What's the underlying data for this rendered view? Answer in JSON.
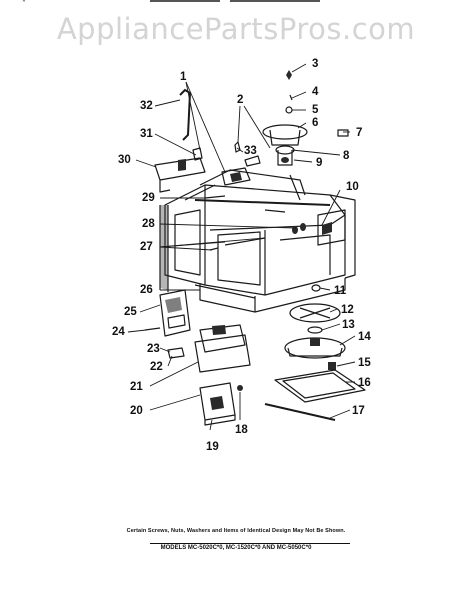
{
  "watermark": "AppliancePartsPros.com",
  "footnote": "Certain Screws, Nuts, Washers and Items of Identical Design May Not Be Shown.",
  "models": "MODELS MC-5020C*0, MC-1520C*0 AND MC-5050C*0",
  "callouts": [
    "1",
    "2",
    "3",
    "4",
    "5",
    "6",
    "7",
    "8",
    "9",
    "10",
    "11",
    "12",
    "13",
    "14",
    "15",
    "16",
    "17",
    "18",
    "19",
    "20",
    "21",
    "22",
    "23",
    "24",
    "25",
    "26",
    "27",
    "28",
    "29",
    "30",
    "31",
    "32",
    "33"
  ]
}
